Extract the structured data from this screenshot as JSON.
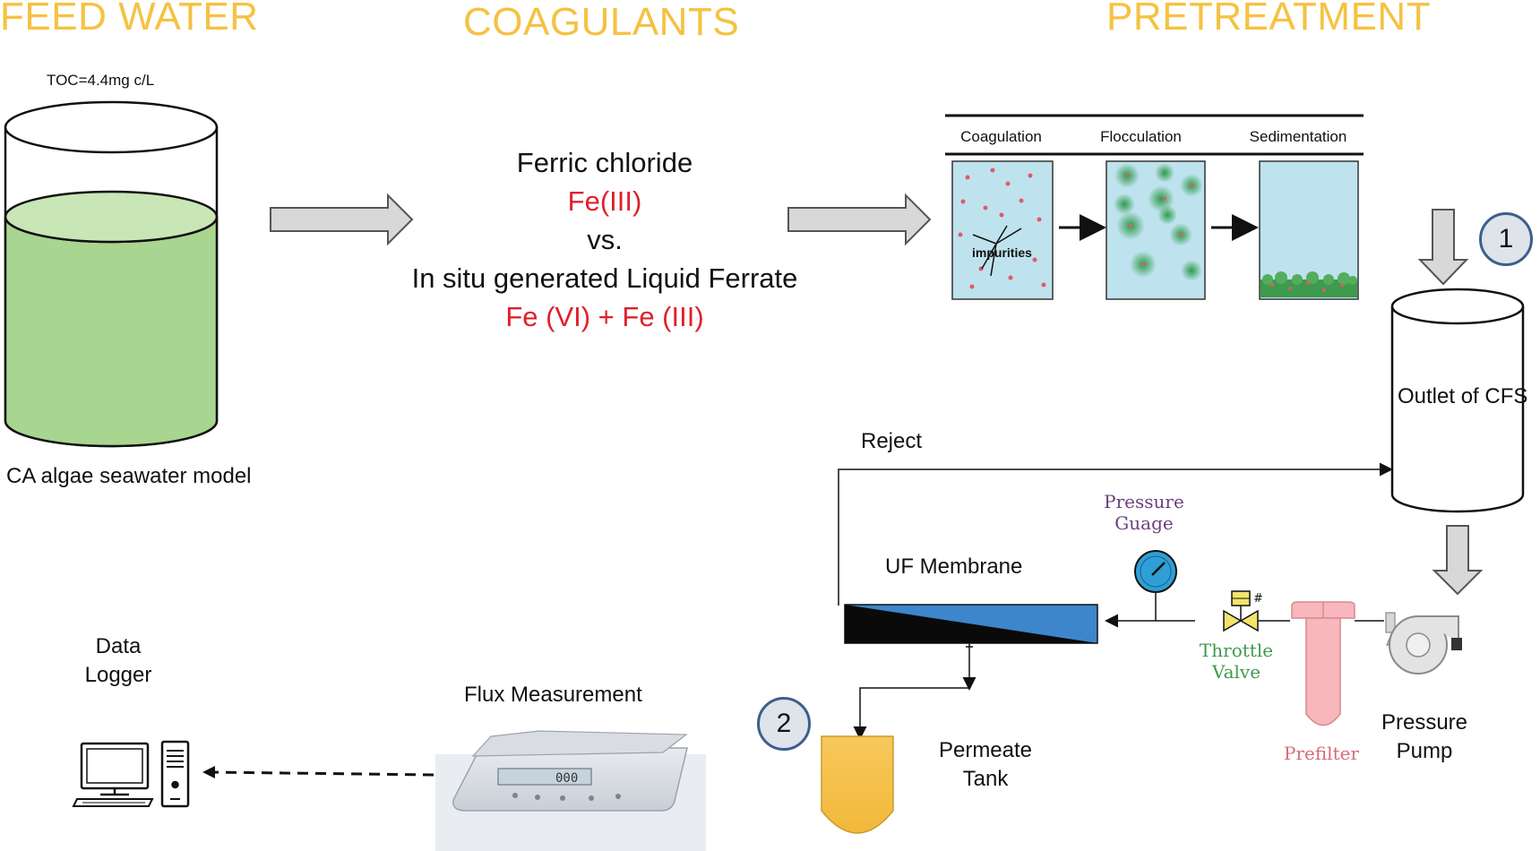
{
  "headers": {
    "feed_water": "FEED WATER",
    "coagulants": "COAGULANTS",
    "pretreatment": "PRETREATMENT"
  },
  "feed": {
    "toc": "TOC=4.4mg c/L",
    "model": "CA algae seawater model"
  },
  "coagulants": {
    "line1": "Ferric chloride",
    "line2": "Fe(III)",
    "line3": "vs.",
    "line4": "In situ generated Liquid Ferrate",
    "line5": "Fe (VI) + Fe (III)"
  },
  "pretreatment": {
    "stages": [
      "Coagulation",
      "Flocculation",
      "Sedimentation"
    ],
    "impurities": "impurities"
  },
  "process": {
    "step1": "1",
    "step2": "2",
    "outlet": "Outlet of CFS",
    "reject": "Reject",
    "uf_membrane": "UF Membrane",
    "pressure_gauge": "Pressure Guage",
    "throttle_valve": "Throttle Valve",
    "prefilter": "Prefilter",
    "pressure_pump": "Pressure Pump",
    "permeate_tank": "Permeate Tank",
    "flux": "Flux Measurement",
    "data_logger": "Data Logger",
    "scale_display": "000"
  },
  "colors": {
    "header": "#f5c242",
    "ferric": "#e0202c",
    "water_green": "#a8d58f",
    "tank_blue": "#bfe3ee",
    "membrane_blue": "#3d86cc",
    "gauge_blue": "#2f9fd6",
    "permeate": "#f7c24a",
    "prefilter": "#f7b7bd"
  }
}
